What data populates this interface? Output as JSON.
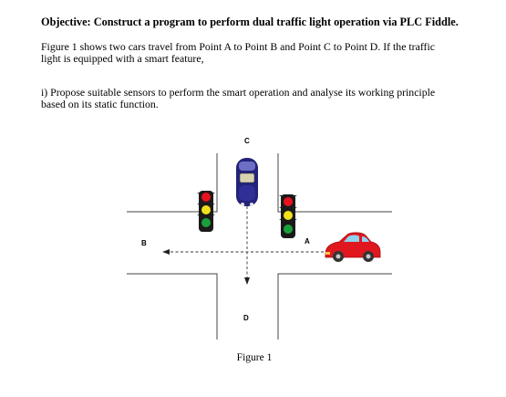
{
  "document": {
    "objective": "Objective: Construct a program to perform dual traffic light operation via PLC Fiddle.",
    "paragraph1": {
      "line1": "Figure 1 shows two cars travel from Point A to Point B and Point C to Point D. If the traffic",
      "line2": "light is equipped with a smart feature,"
    },
    "paragraph2": {
      "line1": "i) Propose suitable sensors to perform the smart operation and analyse its working principle",
      "line2": "based on its static function."
    }
  },
  "figure": {
    "points": {
      "a": "A",
      "b": "B",
      "c": "C",
      "d": "D"
    },
    "caption": "Figure 1",
    "colors": {
      "red_light": "#e8121c",
      "yellow_light": "#f1e01a",
      "green_light": "#1aa03a",
      "red_car": "#e0171e",
      "blue_car": "#23237a"
    }
  }
}
